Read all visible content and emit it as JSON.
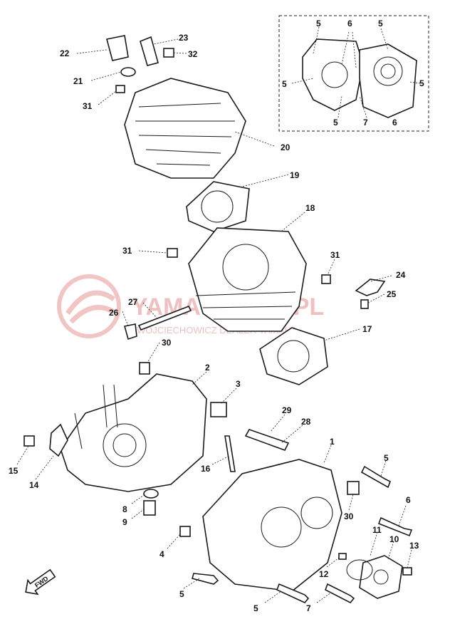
{
  "watermark": {
    "main": "YAMA-SKLEP.PL",
    "sub": "WOJCIECHOWICZ DEALER YAMAHA",
    "color": "#e58c8c"
  },
  "fwd_label": "FWD",
  "callouts": [
    "22",
    "23",
    "32",
    "21",
    "31",
    "20",
    "19",
    "18",
    "31",
    "31",
    "24",
    "25",
    "27",
    "26",
    "17",
    "30",
    "2",
    "3",
    "29",
    "28",
    "15",
    "14",
    "16",
    "1",
    "5",
    "8",
    "9",
    "30",
    "6",
    "4",
    "11",
    "10",
    "13",
    "12",
    "5",
    "5",
    "7"
  ],
  "inset_callouts": [
    "5",
    "6",
    "5",
    "5",
    "5",
    "5",
    "7",
    "6"
  ]
}
